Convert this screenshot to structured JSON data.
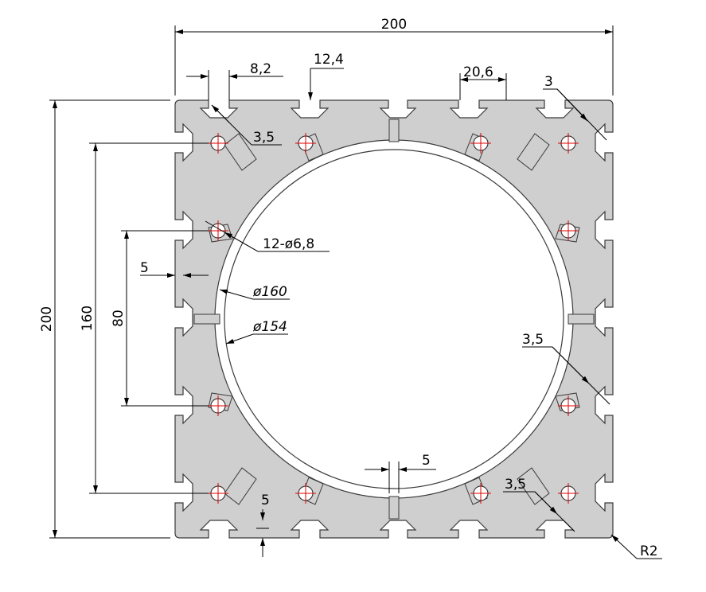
{
  "drawing": {
    "colors": {
      "profile_fill": "#cfcfcf",
      "profile_stroke": "#3a3a3a",
      "dimension_line": "#000000",
      "center_mark": "#e00000",
      "background": "#ffffff"
    },
    "dimensions": {
      "overall_width": "200",
      "overall_height": "200",
      "hole_span_160": "160",
      "hole_span_80": "80",
      "slot_opening": "8,2",
      "slot_top_width": "12,4",
      "slot_neck_width": "20,6",
      "corner_wall": "3",
      "wall_3_5_top": "3,5",
      "holes": "12-ø6,8",
      "wall_5_left": "5",
      "outer_diameter": "ø160",
      "inner_diameter": "ø154",
      "wall_3_5_right": "3,5",
      "web_5": "5",
      "wall_3_5_bottom": "3,5",
      "base_5": "5",
      "corner_radius": "R2"
    }
  }
}
